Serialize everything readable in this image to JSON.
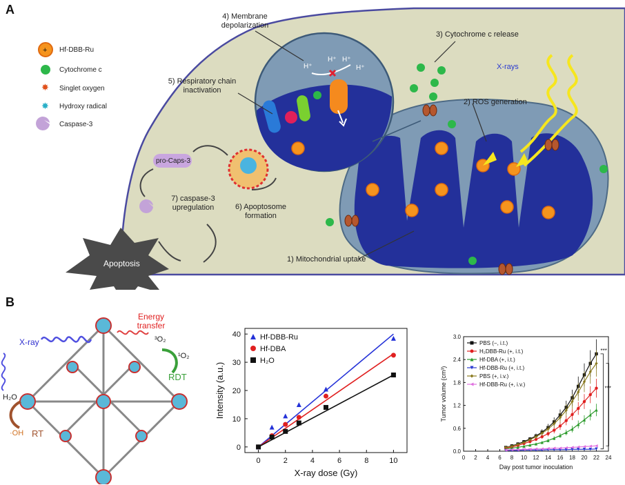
{
  "panel_a": {
    "letter": "A",
    "legend": [
      {
        "label": "Hf-DBB-Ru",
        "icon": "hf-dbb-ru-icon"
      },
      {
        "label": "Cytochrome c",
        "icon": "cytochrome-c-icon"
      },
      {
        "label": "Singlet oxygen",
        "icon": "singlet-oxygen-icon"
      },
      {
        "label": "Hydroxy radical",
        "icon": "hydroxy-radical-icon"
      },
      {
        "label": "Caspase-3",
        "icon": "caspase-3-icon"
      }
    ],
    "steps": {
      "membrane_depol": "4) Membrane depolarization",
      "cyto_release": "3) Cytochrome c release",
      "xrays": "X-rays",
      "resp_chain": "5) Respiratory chain inactivation",
      "ros": "2) ROS generation",
      "pro_caps": "pro-Caps-3",
      "caspase_up": "7) caspase-3 upregulation",
      "apoptosome": "6) Apoptosome formation",
      "apoptosis": "Apoptosis",
      "uptake": "1) Mitochondrial uptake",
      "h_plus": "H⁺"
    },
    "colors": {
      "cell": "#dcdcc0",
      "cell_border": "#4a4aa0",
      "mito_outer": "#7f9bb5",
      "mito_inner": "#23309a",
      "green": "#2db84a",
      "orange": "#f5941e",
      "xray": "#f6e61e"
    }
  },
  "panel_b": {
    "letter": "B",
    "structure_labels": {
      "energy_transfer": "Energy transfer",
      "xray": "X-ray",
      "o2_triplet": "³O₂",
      "o2_singlet": "¹O₂",
      "rdt": "RDT",
      "h2o": "H₂O",
      "oh": "·OH",
      "rt": "RT"
    },
    "chart_data": [
      {
        "type": "scatter",
        "xlabel": "X-ray dose (Gy)",
        "ylabel": "Intensity (a.u.)",
        "xlim": [
          -1,
          11
        ],
        "ylim": [
          -2,
          42
        ],
        "xticks": [
          0,
          2,
          4,
          6,
          8,
          10
        ],
        "yticks": [
          0,
          10,
          20,
          30,
          40
        ],
        "legend_position": "top-left",
        "series": [
          {
            "name": "Hf-DBB-Ru",
            "marker": "triangle",
            "color": "#2432d8",
            "x": [
              0,
              1,
              2,
              3,
              5,
              10
            ],
            "y": [
              0,
              7,
              11,
              15,
              20.5,
              38.5
            ],
            "fit": [
              [
                0,
                0
              ],
              [
                10,
                40
              ]
            ]
          },
          {
            "name": "Hf-DBA",
            "marker": "circle",
            "color": "#e02020",
            "x": [
              0,
              1,
              2,
              3,
              5,
              10
            ],
            "y": [
              0,
              4,
              8,
              10.5,
              18,
              32.5
            ],
            "fit": [
              [
                0,
                0
              ],
              [
                10,
                33
              ]
            ]
          },
          {
            "name": "H₂O",
            "marker": "square",
            "color": "#111111",
            "x": [
              0,
              1,
              2,
              3,
              5,
              10
            ],
            "y": [
              0,
              3.5,
              5.5,
              8.5,
              14,
              25.5
            ],
            "fit": [
              [
                0,
                0
              ],
              [
                10,
                25.5
              ]
            ]
          }
        ]
      },
      {
        "type": "line",
        "xlabel": "Day post tumor inoculation",
        "ylabel": "Tumor volume (cm³)",
        "xlim": [
          0,
          24
        ],
        "ylim": [
          0,
          3.0
        ],
        "xticks": [
          0,
          2,
          4,
          6,
          8,
          10,
          12,
          14,
          16,
          18,
          20,
          22,
          24
        ],
        "yticks": [
          0.0,
          0.6,
          1.2,
          1.8,
          2.4,
          3.0
        ],
        "ytick_labels": [
          "0.0",
          "0.6",
          "1.2",
          "1.8",
          "2.4",
          "3.0"
        ],
        "legend_position": "top-left",
        "significance": [
          "***",
          "***"
        ],
        "x": [
          7,
          8,
          9,
          10,
          11,
          12,
          13,
          14,
          15,
          16,
          17,
          18,
          19,
          20,
          21,
          22
        ],
        "series": [
          {
            "name": "PBS (−, i.t.)",
            "marker": "square",
            "color": "#111111",
            "values": [
              0.1,
              0.14,
              0.19,
              0.25,
              0.32,
              0.4,
              0.5,
              0.62,
              0.77,
              0.95,
              1.15,
              1.4,
              1.7,
              2.0,
              2.3,
              2.55
            ]
          },
          {
            "name": "H₂DBB-Ru (+, i.t.)",
            "marker": "circle",
            "color": "#e02020",
            "values": [
              0.08,
              0.11,
              0.15,
              0.2,
              0.25,
              0.31,
              0.38,
              0.46,
              0.55,
              0.66,
              0.8,
              0.96,
              1.12,
              1.3,
              1.48,
              1.65
            ]
          },
          {
            "name": "Hf-DBA (+, i.t.)",
            "marker": "triangle",
            "color": "#2a9a2a",
            "values": [
              0.06,
              0.08,
              0.1,
              0.13,
              0.16,
              0.19,
              0.23,
              0.28,
              0.34,
              0.41,
              0.49,
              0.58,
              0.7,
              0.82,
              0.95,
              1.08
            ]
          },
          {
            "name": "Hf-DBB-Ru (+, i.t.)",
            "marker": "triangle-down",
            "color": "#2a3ad0",
            "values": [
              0.02,
              0.02,
              0.02,
              0.03,
              0.03,
              0.03,
              0.03,
              0.04,
              0.04,
              0.04,
              0.04,
              0.05,
              0.05,
              0.05,
              0.05,
              0.06
            ]
          },
          {
            "name": "PBS (+, i.v.)",
            "marker": "diamond",
            "color": "#8a7a1e",
            "values": [
              0.1,
              0.13,
              0.18,
              0.23,
              0.3,
              0.38,
              0.47,
              0.58,
              0.72,
              0.88,
              1.07,
              1.3,
              1.55,
              1.82,
              2.08,
              2.3
            ]
          },
          {
            "name": "Hf-DBB-Ru (+, i.v.)",
            "marker": "triangle-left",
            "color": "#e070e0",
            "values": [
              0.03,
              0.04,
              0.04,
              0.05,
              0.05,
              0.06,
              0.06,
              0.07,
              0.08,
              0.08,
              0.09,
              0.1,
              0.11,
              0.12,
              0.13,
              0.14
            ]
          }
        ]
      }
    ]
  }
}
